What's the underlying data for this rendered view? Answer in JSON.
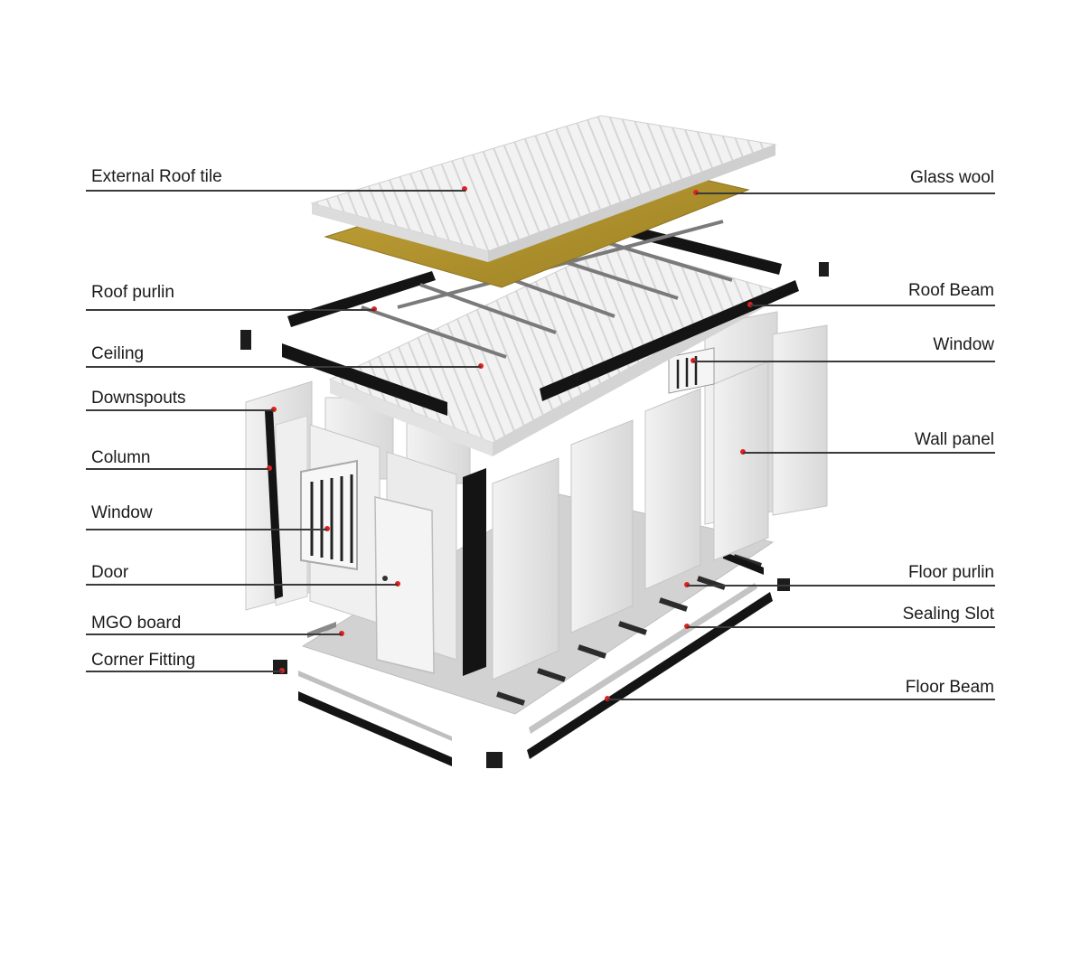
{
  "diagram": {
    "labels_left": [
      "External Roof tile",
      "Roof purlin",
      "Ceiling",
      "Downspouts",
      "Column",
      "Window",
      "Door",
      "MGO board",
      "Corner Fitting"
    ],
    "labels_right": [
      "Glass wool",
      "Roof Beam",
      "Window",
      "Wall panel",
      "Floor purlin",
      "Sealing Slot",
      "Floor Beam"
    ],
    "colors": {
      "beam": "#141414",
      "panel": "#ececec",
      "panel_edge": "#c9c9c9",
      "glass_wool": "#b89a2e",
      "marker": "#e0201f",
      "leader": "#3a3a3a"
    }
  }
}
